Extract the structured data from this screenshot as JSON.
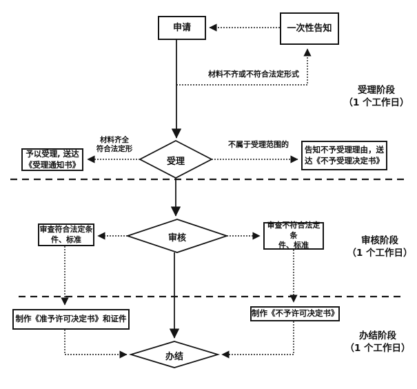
{
  "diagram": {
    "title_implicit": "行政许可办理流程图",
    "colors": {
      "line": "#141414",
      "background": "#ffffff"
    },
    "nodes": {
      "apply": {
        "label": "申请"
      },
      "one_time_notice": {
        "label": "一次性告知"
      },
      "accept": {
        "label": "受理"
      },
      "accept_notice": {
        "line1": "予以受理, 送达",
        "line2": "《受理通知书》"
      },
      "reject_notice": {
        "line1": "告知不予受理理由，送",
        "line2": "达《不予受理决定书》"
      },
      "review": {
        "label": "审核"
      },
      "review_pass": {
        "line1": "审查符合法定条",
        "line2": "件、标准"
      },
      "review_fail": {
        "line1": "审查不符合法定条",
        "line2": "件、标准"
      },
      "make_license": {
        "label": "制作《准予许可决定书》和证件"
      },
      "make_denial": {
        "label": "制作《不予许可决定书》"
      },
      "complete": {
        "label": "办结"
      }
    },
    "edge_labels": {
      "materials_incomplete": "材料不齐或不符合法定形式",
      "materials_ok_line1": "材料齐全",
      "materials_ok_line2": "符合法定形",
      "out_of_scope": "不属于受理范围的"
    },
    "stages": [
      {
        "name": "受理阶段",
        "duration": "（1 个工作日）"
      },
      {
        "name": "审核阶段",
        "duration": "（1 个工作日）"
      },
      {
        "name": "办结阶段",
        "duration": "（1 个工作日）"
      }
    ]
  }
}
